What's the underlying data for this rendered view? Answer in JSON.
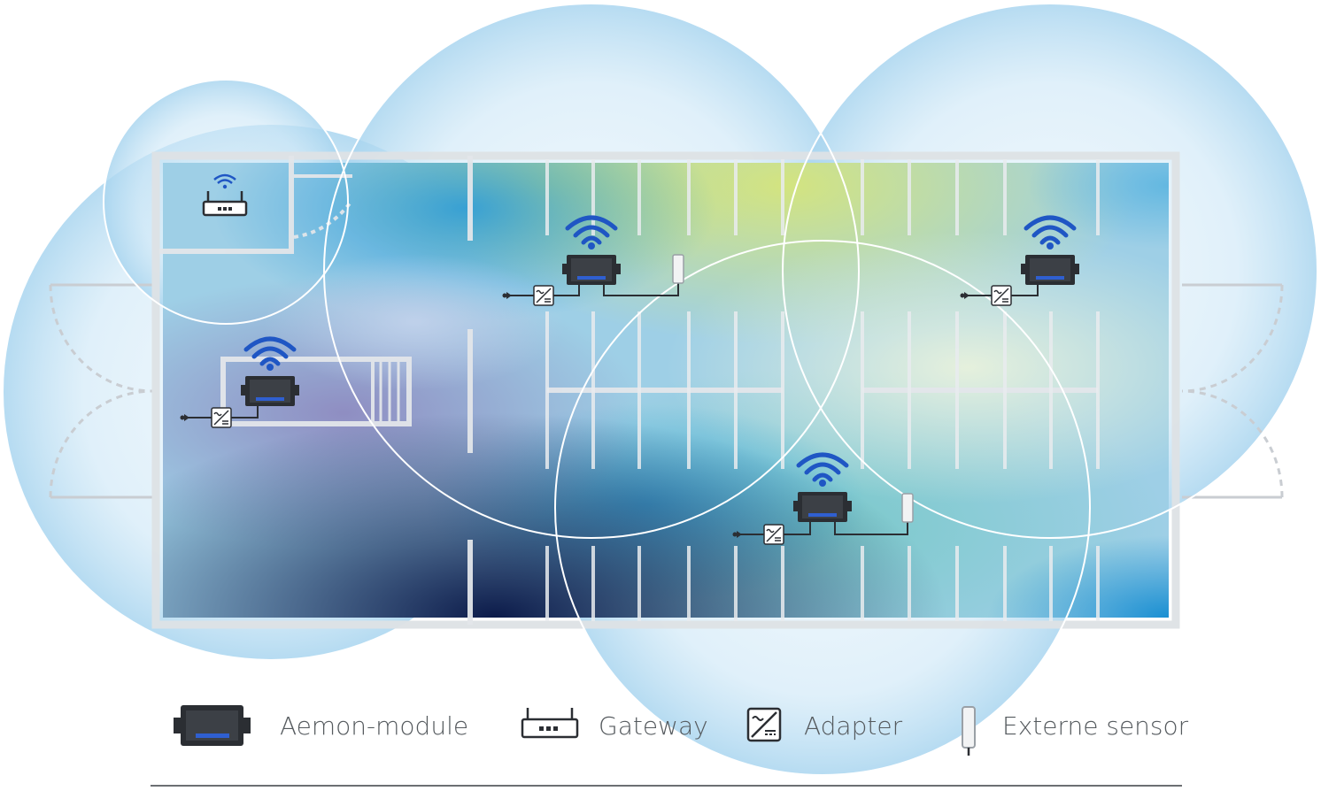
{
  "legend": {
    "module_label": "Aemon-module",
    "gateway_label": "Gateway",
    "adapter_label": "Adapter",
    "sensor_label": "Externe sensor"
  },
  "icons": {
    "module": "aemon-module-icon",
    "gateway": "gateway-router-icon",
    "adapter": "adapter-icon",
    "sensor": "external-sensor-icon",
    "wifi": "wifi-signal-icon"
  },
  "colors": {
    "wifi": "#1f56c4",
    "module_body": "#2b2e33",
    "module_stripe": "#2f5fd0",
    "wall": "#d9dde2",
    "coverage": "#bfe0f4",
    "divider": "#6b6f73"
  }
}
